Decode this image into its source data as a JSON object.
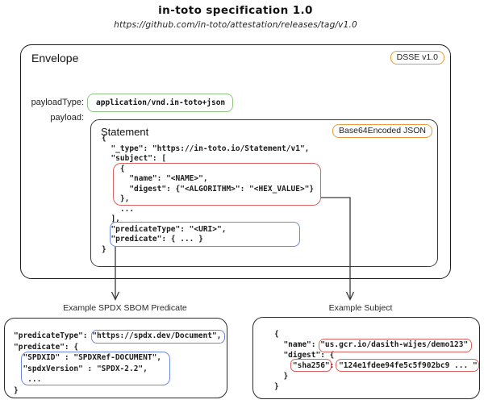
{
  "header": {
    "title": "in-toto specification 1.0",
    "subtitle": "https://github.com/in-toto/attestation/releases/tag/v1.0"
  },
  "envelope": {
    "label": "Envelope",
    "badge": "DSSE v1.0",
    "payload_type_label": "payloadType:",
    "payload_type_value": "application/vnd.in-toto+json",
    "payload_label": "payload:",
    "statement": {
      "label": "Statement",
      "badge": "Base64Encoded JSON",
      "json_lines": [
        "{",
        "  \"_type\": \"https://in-toto.io/Statement/v1\",",
        "  \"subject\": [",
        "    {",
        "      \"name\": \"<NAME>\",",
        "      \"digest\": {\"<ALGORITHM>\": \"<HEX_VALUE>\"}",
        "    },",
        "    ...",
        "  ],",
        "  \"predicateType\": \"<URI>\",",
        "  \"predicate\": { ... }",
        "}"
      ]
    }
  },
  "examples": {
    "predicate": {
      "label": "Example SPDX SBOM Predicate",
      "json_lines": [
        "\"predicateType\": \"https://spdx.dev/Document\",",
        "\"predicate\": {",
        "  \"SPDXID\" : \"SPDXRef-DOCUMENT\",",
        "  \"spdxVersion\" : \"SPDX-2.2\",",
        "   ...",
        "}"
      ]
    },
    "subject": {
      "label": "Example Subject",
      "json_lines": [
        "{",
        "  \"name\": \"us.gcr.io/dasith-wijes/demo123\"",
        "  \"digest\": {",
        "    \"sha256\": \"124e1fdee94fe5c5f902bc9 ... \"",
        "  }",
        "}"
      ]
    }
  },
  "colors": {
    "accent_orange": "#e69a3c",
    "accent_green": "#8fc380",
    "accent_red": "#dd6060",
    "accent_blue": "#6d87dd",
    "line": "#3a3a3a"
  }
}
